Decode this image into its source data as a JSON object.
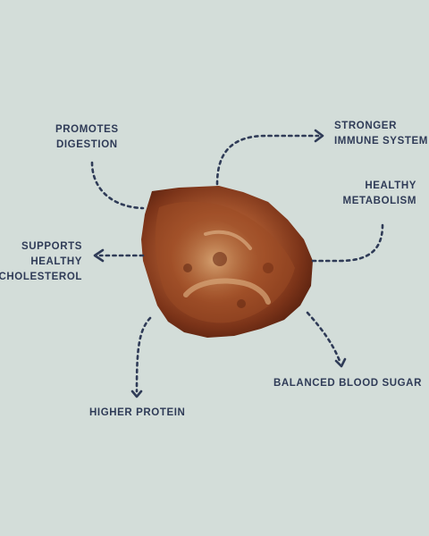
{
  "colors": {
    "background": "#d3ddd9",
    "text": "#2f3b57",
    "connector": "#2f3b57"
  },
  "product_image": {
    "icon": "snack-bite-image"
  },
  "benefits": {
    "promotes_digestion": [
      "PROMOTES",
      "DIGESTION"
    ],
    "stronger_immune_system": [
      "STRONGER",
      "IMMUNE SYSTEM"
    ],
    "healthy_metabolism": [
      "HEALTHY",
      "METABOLISM"
    ],
    "supports_healthy_cholesterol": [
      "SUPPORTS",
      "HEALTHY",
      "CHOLESTEROL"
    ],
    "balanced_blood_sugar": [
      "BALANCED BLOOD SUGAR"
    ],
    "higher_protein": [
      "HIGHER PROTEIN"
    ]
  }
}
